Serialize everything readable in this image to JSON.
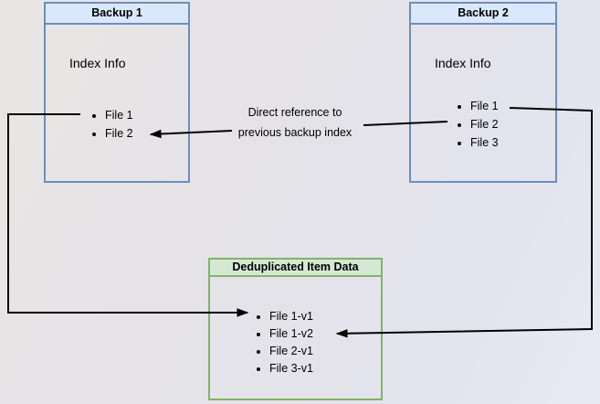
{
  "diagram": {
    "boxes": {
      "backup1": {
        "title": "Backup 1",
        "subtitle": "Index Info",
        "items": [
          "File 1",
          "File 2"
        ]
      },
      "backup2": {
        "title": "Backup 2",
        "subtitle": "Index Info",
        "items": [
          "File 1",
          "File 2",
          "File 3"
        ]
      },
      "dedup": {
        "title": "Deduplicated Item Data",
        "items": [
          "File 1-v1",
          "File 1-v2",
          "File 2-v1",
          "File 3-v1"
        ]
      }
    },
    "annotation": {
      "line1": "Direct reference to",
      "line2": "previous backup index"
    },
    "colors": {
      "blue_fill": "#dae8fc",
      "blue_border": "#6c8ebf",
      "green_fill": "#d5e8d4",
      "green_border": "#82b366",
      "connector": "#000000",
      "canvas_bg": "#e5e4ec"
    }
  }
}
